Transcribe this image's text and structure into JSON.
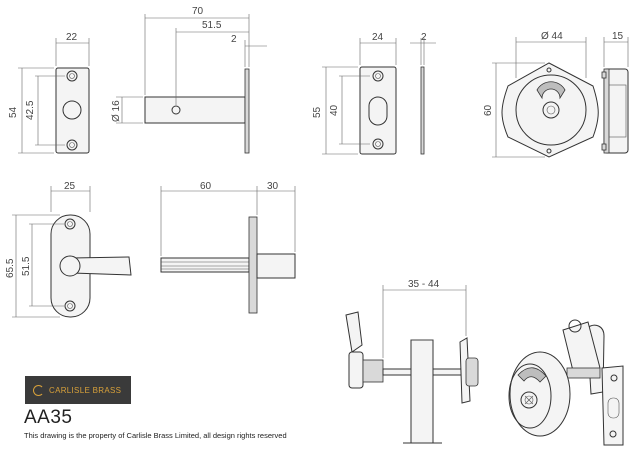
{
  "dims": {
    "d22": "22",
    "d54": "54",
    "d42_5": "42.5",
    "d70": "70",
    "d51_5": "51.5",
    "d2a": "2",
    "d16": "Ø 16",
    "d24": "24",
    "d2b": "2",
    "d55": "55",
    "d40": "40",
    "d44": "Ø 44",
    "d15": "15",
    "d60v": "60",
    "d25": "25",
    "d65_5": "65.5",
    "d51_5b": "51.5",
    "d60": "60",
    "d30": "30",
    "d35_44": "35 - 44"
  },
  "brand": {
    "name": "CARLISLE BRASS",
    "accent": "#d8a13a",
    "box_color": "#3a3a3a"
  },
  "product_code": "AA35",
  "copyright": "This drawing is the property of Carlisle Brass Limited, all design rights reserved"
}
